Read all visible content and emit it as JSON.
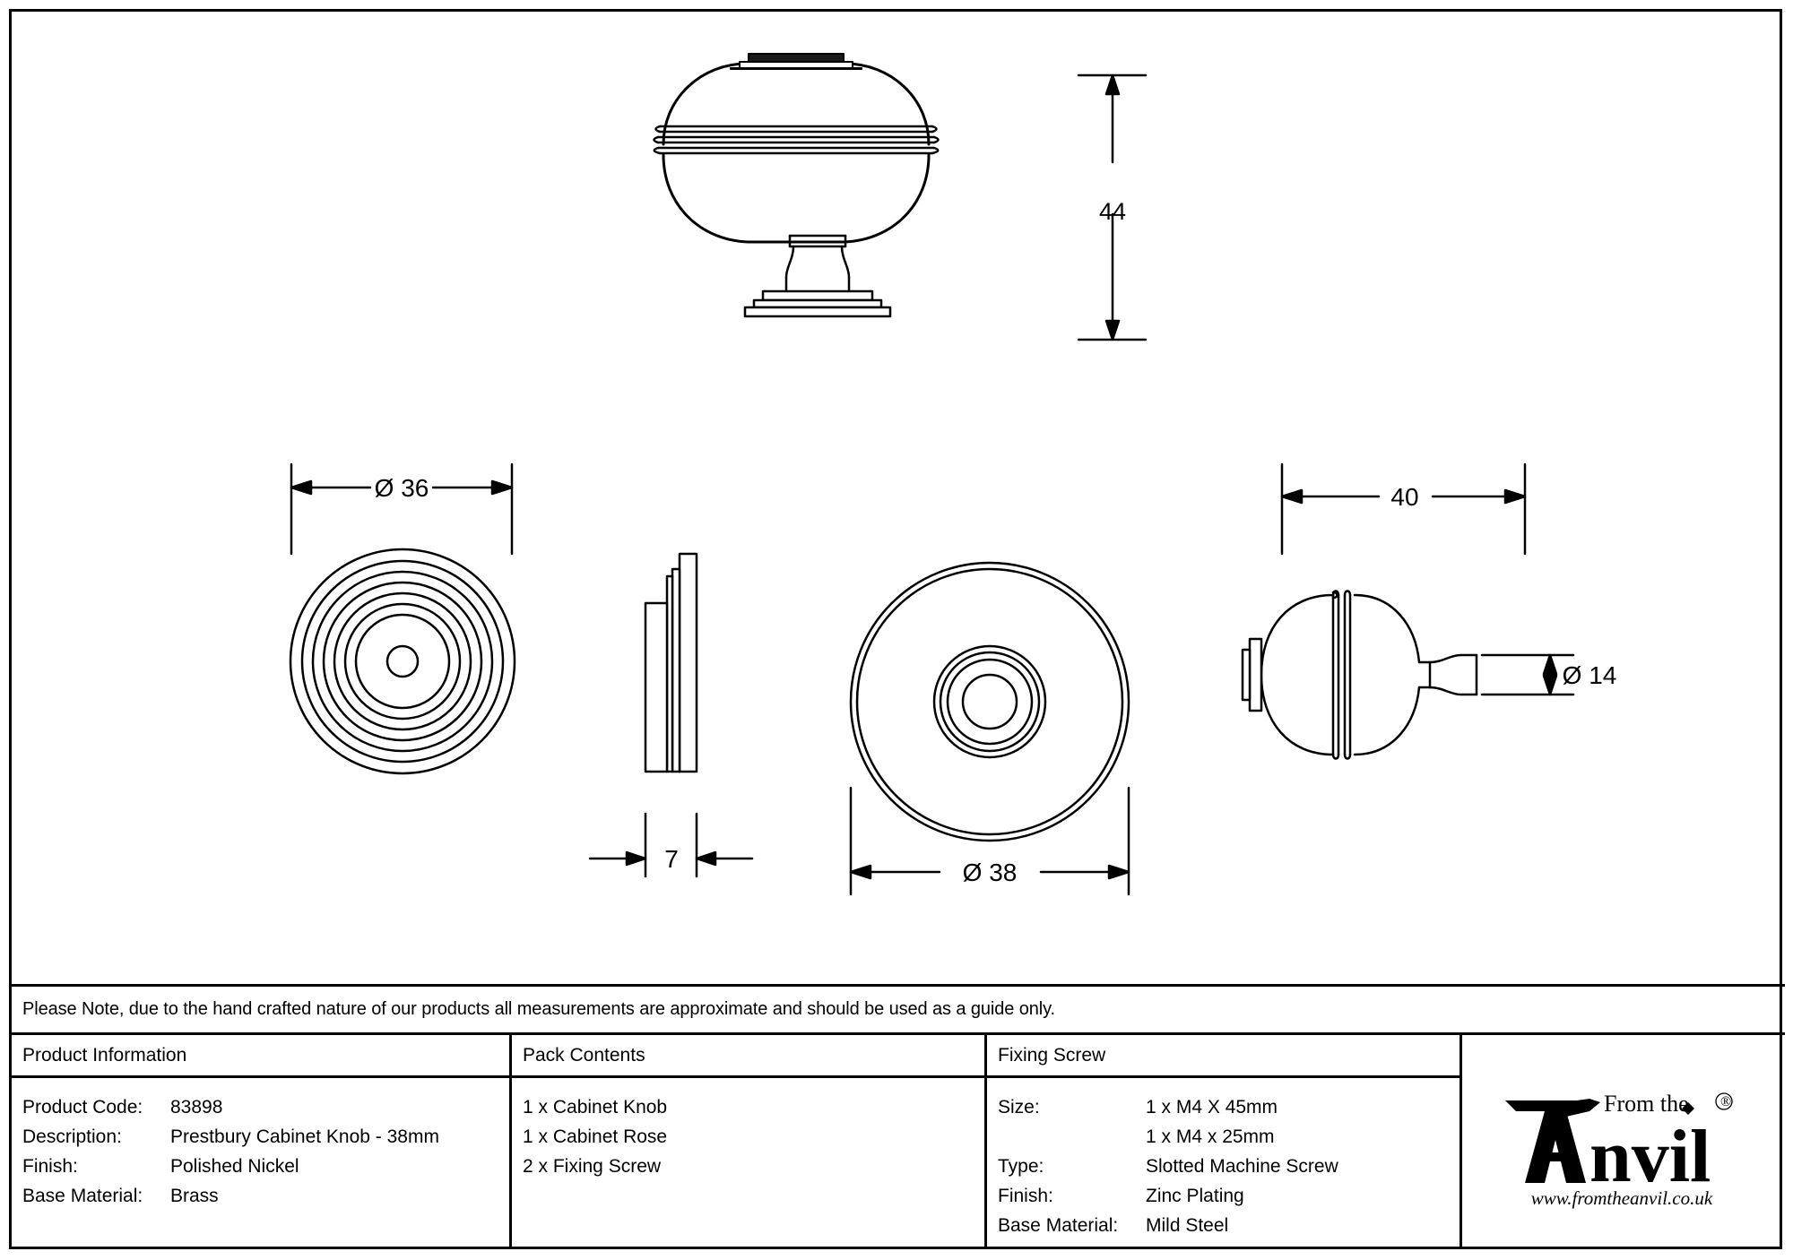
{
  "drawing": {
    "title": "Prestbury Cabinet Knob - 38mm technical drawing",
    "dimensions": {
      "height_overall": "44",
      "rose_diameter": "Ø 36",
      "rose_thickness": "7",
      "knob_diameter": "Ø 38",
      "knob_projection": "40",
      "stem_diameter": "Ø 14"
    }
  },
  "note": {
    "text": "Please Note, due to the hand crafted nature of our products all measurements are approximate and should be used as a guide only."
  },
  "product_information": {
    "header": "Product Information",
    "rows": [
      {
        "label": "Product Code:",
        "value": "83898"
      },
      {
        "label": "Description:",
        "value": "Prestbury Cabinet Knob - 38mm"
      },
      {
        "label": "Finish:",
        "value": "Polished Nickel"
      },
      {
        "label": "Base Material:",
        "value": "Brass"
      }
    ]
  },
  "pack_contents": {
    "header": "Pack Contents",
    "items": [
      "1 x Cabinet Knob",
      "1 x Cabinet Rose",
      "2 x Fixing Screw"
    ]
  },
  "fixing_screw": {
    "header": "Fixing Screw",
    "rows": [
      {
        "label": "Size:",
        "value": "1 x M4 X 45mm"
      },
      {
        "label": "",
        "value": "1 x M4 x 25mm"
      },
      {
        "label": "Type:",
        "value": "Slotted Machine Screw"
      },
      {
        "label": "Finish:",
        "value": "Zinc Plating"
      },
      {
        "label": "Base Material:",
        "value": "Mild Steel"
      }
    ]
  },
  "logo": {
    "top_text": "From the",
    "main_text": "Anvil",
    "registered_mark": "®",
    "url": "www.fromtheanvil.co.uk"
  },
  "colors": {
    "line": "#000000",
    "background": "#ffffff"
  }
}
